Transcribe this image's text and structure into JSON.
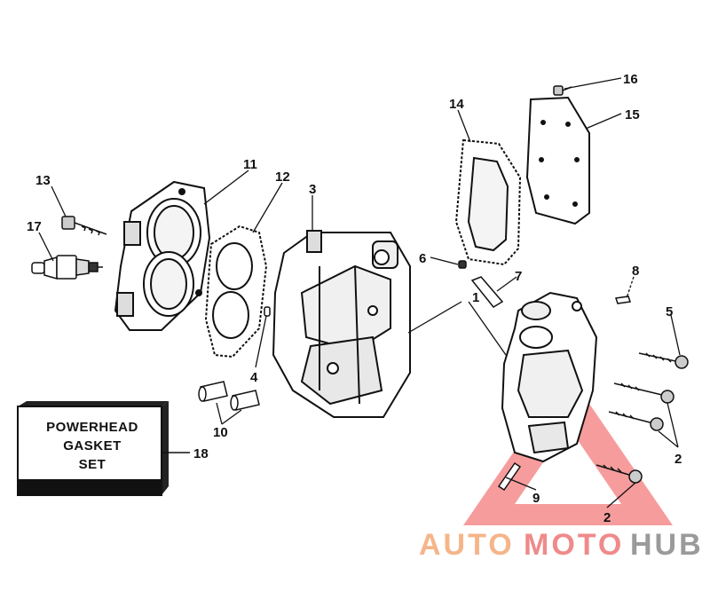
{
  "diagram": {
    "callouts": {
      "c1": "1",
      "c2a": "2",
      "c2b": "2",
      "c3": "3",
      "c4": "4",
      "c5": "5",
      "c6": "6",
      "c7": "7",
      "c8": "8",
      "c9": "9",
      "c10": "10",
      "c11": "11",
      "c12": "12",
      "c13": "13",
      "c14": "14",
      "c15": "15",
      "c16": "16",
      "c17": "17",
      "c18": "18"
    },
    "gasket_set_box": {
      "line1": "POWERHEAD",
      "line2": "GASKET",
      "line3": "SET"
    }
  },
  "watermark": {
    "part1": "AUTO",
    "part2": "MOTO",
    "part3": "HUB",
    "colors": {
      "auto": "#f5b58a",
      "moto": "#f08a8a",
      "hub": "#9a9a9a",
      "triangle": "#ef4a4a"
    }
  }
}
